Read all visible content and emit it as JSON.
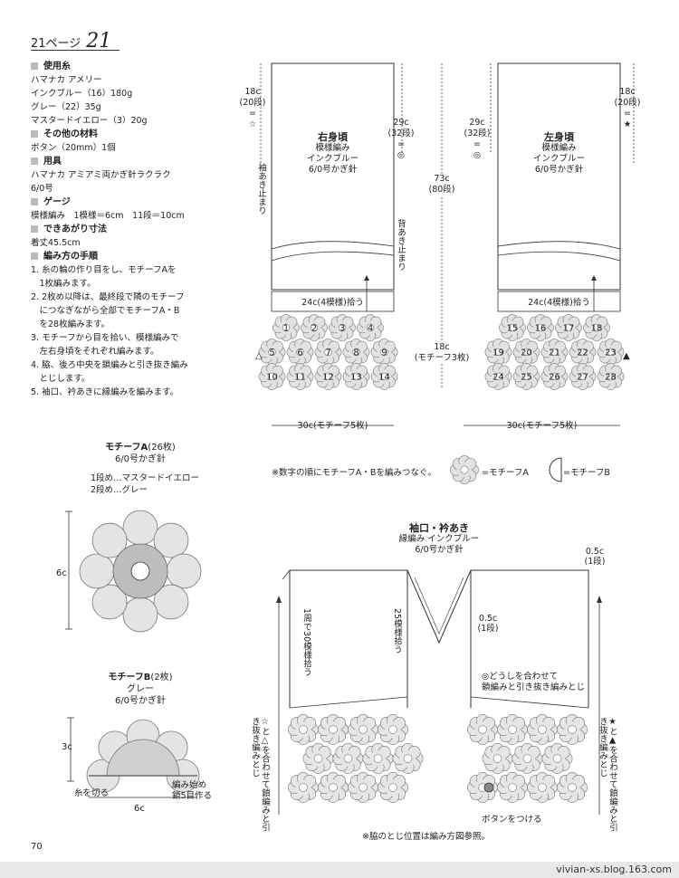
{
  "header": {
    "page_ref": "21ページ",
    "number": "21"
  },
  "materials": {
    "yarn_title": "使用糸",
    "yarn_lines": [
      "ハマナカ アメリー",
      "インクブルー（16）180g",
      "グレー（22）35g",
      "マスタードイエロー（3）20g"
    ],
    "other_title": "その他の材料",
    "other_lines": [
      "ボタン（20mm）1個"
    ],
    "tools_title": "用具",
    "tools_lines": [
      "ハマナカ アミアミ両かぎ針ラクラク",
      "6/0号"
    ],
    "gauge_title": "ゲージ",
    "gauge_lines": [
      "模様編み　1模様＝6cm　11段＝10cm"
    ],
    "size_title": "できあがり寸法",
    "size_lines": [
      "着丈45.5cm"
    ],
    "howto_title": "編み方の手順",
    "howto_lines": [
      "1. 糸の輪の作り目をし、モチーフAを",
      "　1枚編みます。",
      "2. 2枚め以降は、最終段で隣のモチーフ",
      "　につなぎながら全部でモチーフA・B",
      "　を28枚編みます。",
      "3. モチーフから目を拾い、模様編みで",
      "　左右身頃をそれぞれ編みます。",
      "4. 脇、後ろ中央を鎖編みと引き抜き編み",
      "　とじします。",
      "5. 袖口、衿あきに縁編みを編みます。"
    ]
  },
  "motifA": {
    "title": "モチーフA",
    "count": "(26枚)",
    "hook": "6/0号かぎ針",
    "row1": "1段め…マスタードイエロー",
    "row2": "2段め…グレー",
    "dim": "6c"
  },
  "motifB": {
    "title": "モチーフB",
    "count": "(2枚)",
    "color": "グレー",
    "hook": "6/0号かぎ針",
    "dim_h": "3c",
    "dim_w": "6c",
    "cut": "糸を切る",
    "start1": "編み始め",
    "start2": "鎖5目作る"
  },
  "right_body": {
    "title": "右身頃",
    "l1": "模様編み",
    "l2": "インクブルー",
    "l3": "6/0号かぎ針",
    "side_top": "18c",
    "side_mid": "(20段)",
    "side_eq": "=",
    "side_mark": "☆",
    "inner_a": "29c",
    "inner_b": "(32段)",
    "inner_eq": "=",
    "inner_mark": "◎",
    "sleeve": "袖あき止まり",
    "back": "背あき止まり",
    "pickup": "24c(4模様)拾う",
    "motifs": [
      "1",
      "2",
      "3",
      "4",
      "5",
      "6",
      "7",
      "8",
      "9",
      "10",
      "11",
      "12",
      "13",
      "14"
    ],
    "width": "30c(モチーフ5枚)",
    "tri": "△"
  },
  "left_body": {
    "title": "左身頃",
    "l1": "模様編み",
    "l2": "インクブルー",
    "l3": "6/0号かぎ針",
    "side_top": "18c",
    "side_mid": "(20段)",
    "side_eq": "=",
    "side_mark": "★",
    "inner_a": "29c",
    "inner_b": "(32段)",
    "inner_eq": "=",
    "inner_mark": "◎",
    "pickup": "24c(4模様)拾う",
    "motifs": [
      "15",
      "16",
      "17",
      "18",
      "19",
      "20",
      "21",
      "22",
      "23",
      "24",
      "25",
      "26",
      "27",
      "28"
    ],
    "width": "30c(モチーフ5枚)",
    "tri": "▲"
  },
  "center": {
    "h1": "73c",
    "h2": "(80段)",
    "m1": "18c",
    "m2": "(モチーフ3枚)"
  },
  "legend": {
    "note": "※数字の順にモチーフA・Bを編みつなぐ。",
    "a": "=モチーフA",
    "b": "=モチーフB"
  },
  "edging": {
    "title": "袖口・衿あき",
    "l1": "縁編み インクブルー",
    "l2": "6/0号かぎ針",
    "top_c": "0.5c",
    "top_r": "(1段)",
    "mid_c": "0.5c",
    "mid_r": "(1段)",
    "pick1": "1周で30模様拾う",
    "pick2": "25模様拾う",
    "join": "◎どうしを合わせて",
    "join2": "鎖編みと引き抜き編みとじ",
    "left_v": "☆と△を合わせて鎖編みと引き抜き編みとじ",
    "right_v": "★と▲を合わせて鎖編みと引き抜き編みとじ",
    "button": "ボタンをつける",
    "side_note": "※脇のとじ位置は編み方図参照。"
  },
  "page_number": "70",
  "watermark": "vivian-xs.blog.163.com"
}
